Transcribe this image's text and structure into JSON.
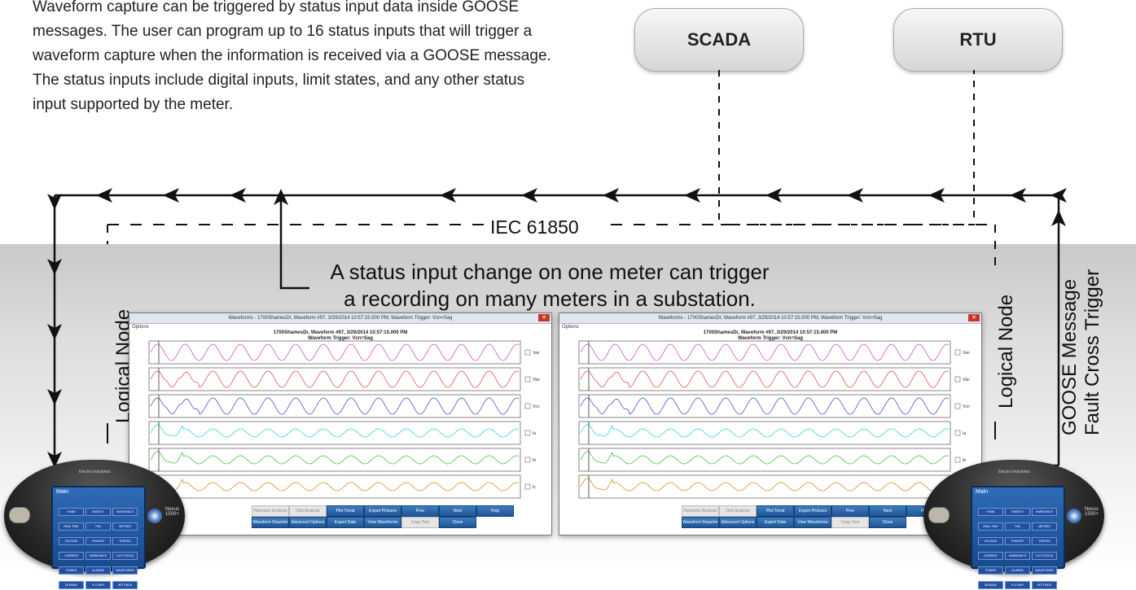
{
  "intro_text": "Waveform capture can be triggered by status input data inside GOOSE messages. The user can program up to 16 status inputs that will trigger a waveform capture when the information is received via a GOOSE message. The status inputs include digital inputs, limit states, and any other status input supported by the meter.",
  "nodes": {
    "scada": "SCADA",
    "rtu": "RTU"
  },
  "bus_label": "IEC 61850",
  "callout": {
    "line1": "A status input change on one meter can trigger",
    "line2": "a recording on many meters in a substation."
  },
  "vertical_labels": {
    "left_logical_node": "Logical Node",
    "right_logical_node": "Logical Node",
    "goose_message": "GOOSE Message",
    "fault_trigger": "Fault Cross Trigger"
  },
  "windows": [
    {
      "title": "Waveforms - 1700ShamesDr, Waveform #97, 3/29/2014 10:57:15.000 PM, Waveform Trigger: Vcn=Sag",
      "menu": "Options",
      "heading1": "1700ShamesDr, Waveform #97, 3/29/2014 10:57:15.000 PM",
      "heading2": "Waveform Trigger: Vcn=Sag"
    },
    {
      "title": "Waveforms - 1700ShamesDr, Waveform #97, 3/29/2014 10:57:15.000 PM, Waveform Trigger: Vcn=Sag",
      "menu": "Options",
      "heading1": "1700ShamesDr, Waveform #97, 3/29/2014 10:57:15.000 PM",
      "heading2": "Waveform Trigger: Vcn=Sag"
    }
  ],
  "channels": [
    {
      "label": "Van",
      "color": "#d84fd8",
      "burst": false
    },
    {
      "label": "Vbn",
      "color": "#e05555",
      "burst": true
    },
    {
      "label": "Vcn",
      "color": "#5050d0",
      "burst": true
    },
    {
      "label": "Ia",
      "color": "#33d6d6",
      "burst": false
    },
    {
      "label": "Ib",
      "color": "#44c444",
      "burst": false
    },
    {
      "label": "Ic",
      "color": "#e08a2a",
      "burst": false
    }
  ],
  "window_buttons": [
    {
      "label": "Harmonic Analysis",
      "style": "gray"
    },
    {
      "label": "Disk Analysis",
      "style": "gray"
    },
    {
      "label": "Plot Trend",
      "style": "blue"
    },
    {
      "label": "Export Pictures",
      "style": "blue"
    },
    {
      "label": "Prev",
      "style": "blue"
    },
    {
      "label": "Next",
      "style": "blue"
    },
    {
      "label": "Help",
      "style": "blue"
    },
    {
      "label": "Waveform Reporter",
      "style": "blue"
    },
    {
      "label": "Advanced Options",
      "style": "blue"
    },
    {
      "label": "Export Data",
      "style": "blue"
    },
    {
      "label": "View Waveforms",
      "style": "blue"
    },
    {
      "label": "Copy Text",
      "style": "gray"
    },
    {
      "label": "Close",
      "style": "blue"
    }
  ],
  "meter": {
    "screen_title": "Main",
    "menu": [
      "HOME",
      "ENERGY",
      "HARMONICS",
      "REAL TIME",
      "THD",
      "METERS",
      "VOLTAGE",
      "PHASOR",
      "TRENDS",
      "CURRENT",
      "HARMONICS",
      "LOG STATUS",
      "POWER",
      "ALARMS",
      "WAVEFORMS",
      "DEMAND",
      "FLICKER",
      "SETTINGS"
    ],
    "brand": "Nexus 1500+",
    "logo": "Electro Industries"
  }
}
